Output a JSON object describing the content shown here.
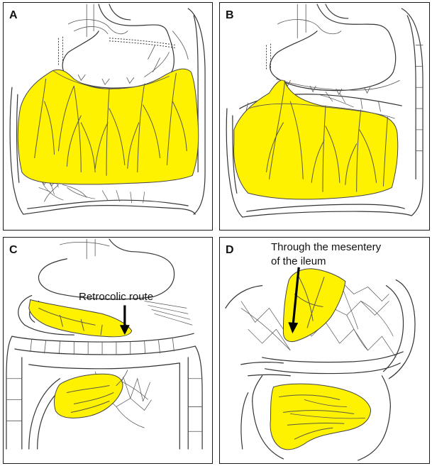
{
  "figure": {
    "fill_color": "#FFF200",
    "line_color": "#333333",
    "panels": [
      {
        "letter": "A"
      },
      {
        "letter": "B"
      },
      {
        "letter": "C",
        "annotation": "Retrocolic route"
      },
      {
        "letter": "D",
        "annotation_line1": "Through the mesentery",
        "annotation_line2": "of the ileum"
      }
    ]
  }
}
